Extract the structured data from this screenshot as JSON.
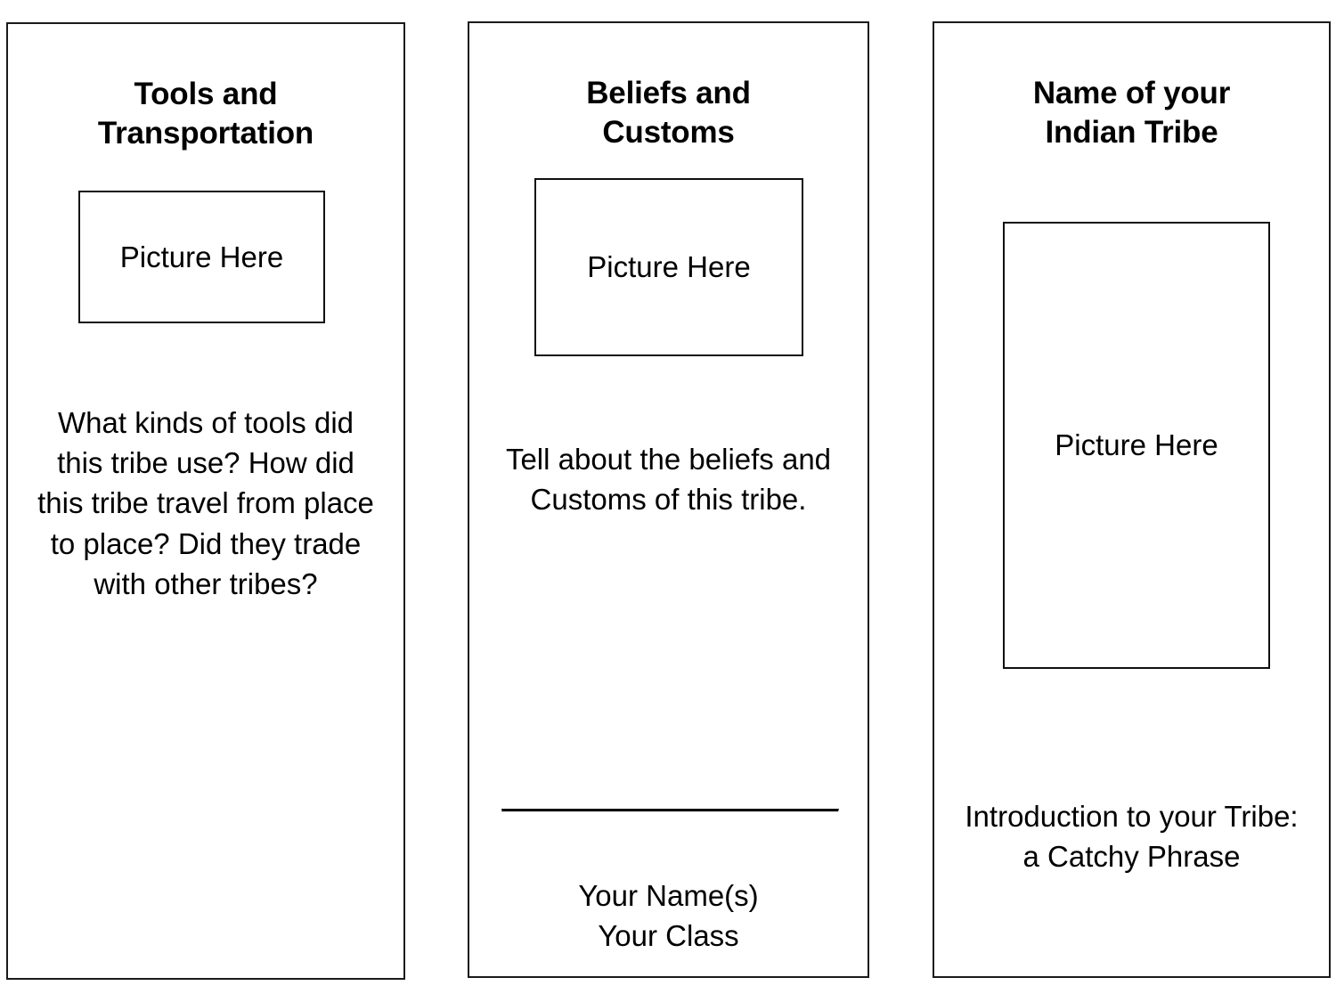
{
  "document": {
    "type": "trifold-brochure-template",
    "background_color": "#ffffff",
    "ink_color": "#000000",
    "border_color": "#1a1a1a"
  },
  "panels": [
    {
      "id": "tools-and-transportation",
      "heading": "Tools and\nTransportation",
      "picture_placeholder": "Picture Here",
      "body": "What kinds of tools did this tribe use? How did this tribe travel from place to place? Did they trade with other tribes?"
    },
    {
      "id": "beliefs-and-customs",
      "heading": "Beliefs and\nCustoms",
      "picture_placeholder": "Picture Here",
      "body": "Tell about the beliefs and Customs of this tribe.",
      "signature": "Your Name(s)\nYour Class"
    },
    {
      "id": "name-of-your-indian-tribe",
      "heading": "Name of your\nIndian Tribe",
      "picture_placeholder": "Picture Here",
      "body": "Introduction to your Tribe: a Catchy Phrase"
    }
  ]
}
